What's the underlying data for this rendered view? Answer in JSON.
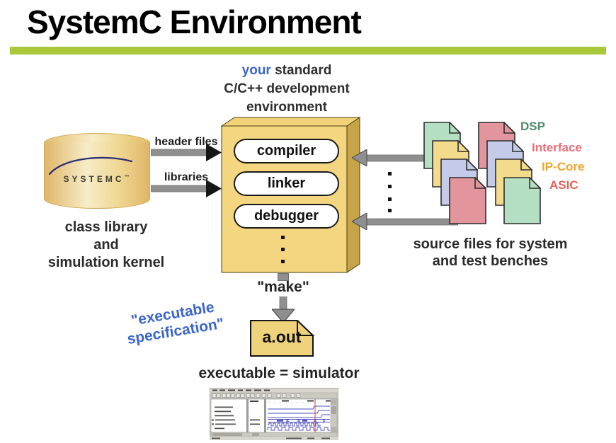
{
  "slide": {
    "title": "SystemC Environment"
  },
  "note": {
    "highlight": "your",
    "rest": " standard",
    "line2": "C/C++ development",
    "line3": "environment"
  },
  "library": {
    "logo": "SYSTEMC",
    "trademark": "™",
    "caption": {
      "line1": "class library",
      "line2": "and",
      "line3": "simulation kernel"
    }
  },
  "inputs": {
    "header_files": "header files",
    "libraries": "libraries"
  },
  "devbox": {
    "tools": [
      "compiler",
      "linker",
      "debugger"
    ]
  },
  "build": {
    "make_label": "\"make\"",
    "output_file": "a.out"
  },
  "exec_spec": {
    "line1": "\"executable",
    "line2": "specification\""
  },
  "result": {
    "caption": "executable = simulator"
  },
  "sources": {
    "caption": {
      "line1": "source files for system",
      "line2": "and test benches"
    },
    "types": [
      {
        "label": "DSP",
        "color": "#4f8a6e"
      },
      {
        "label": "Interface",
        "color": "#ec6e79"
      },
      {
        "label": "IP-Core",
        "color": "#efa52b"
      },
      {
        "label": "ASIC",
        "color": "#e7605b"
      }
    ]
  },
  "colors": {
    "accent_bar": "#a9c93a",
    "highlight_blue": "#3a66cc",
    "box_face": "#f3d67f",
    "box_side": "#c7a448",
    "cylinder": "#efd691",
    "doc_green": "#b5dfc2",
    "doc_yellow": "#f2dc8c",
    "doc_lavender": "#c3cbe8",
    "doc_red": "#e2959c",
    "arrow_gray": "#8f8f8f",
    "wave_blue": "#4d4dc0",
    "cursor_red": "#cc4444"
  }
}
